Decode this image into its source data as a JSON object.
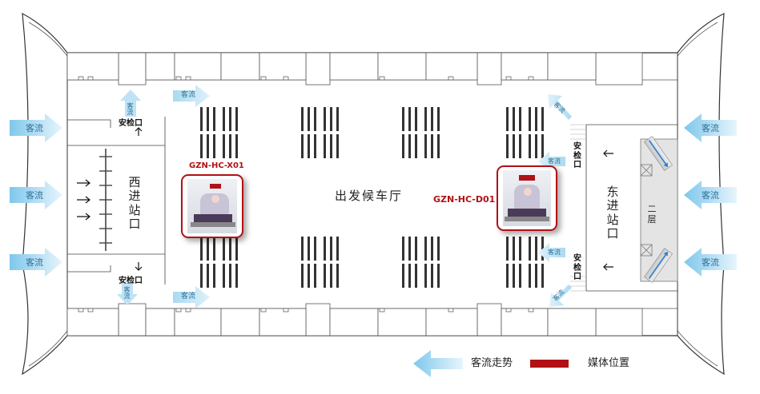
{
  "diagram": {
    "hall_name": "出发候车厅",
    "west_entrance": "西进站口",
    "east_entrance": "东进站口",
    "second_floor": "二层",
    "security_check": "安检口",
    "passenger_flow": "客流",
    "media_points": [
      {
        "id": "west",
        "label": "GZN-HC-X01"
      },
      {
        "id": "east",
        "label": "GZN-HC-D01"
      }
    ],
    "legend": {
      "flow_trend": "客流走势",
      "media_position": "媒体位置"
    },
    "colors": {
      "media_red": "#b01116",
      "flow_blue": "#9fd3ec",
      "outline": "#333333"
    }
  }
}
